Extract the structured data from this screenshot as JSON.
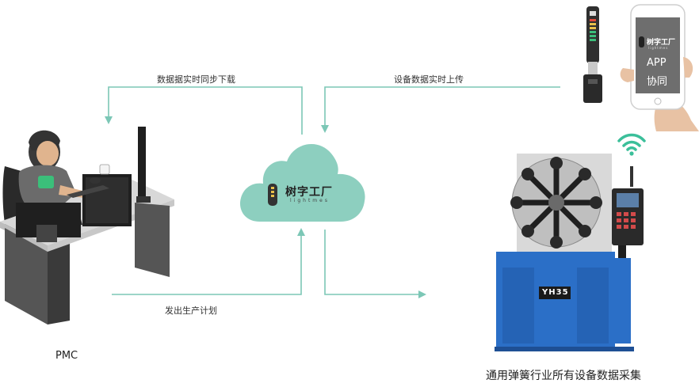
{
  "flows": {
    "sync_down": "数据据实时同步下载",
    "upload": "设备数据实时上传",
    "plan": "发出生产计划"
  },
  "pmc_label": "PMC",
  "cloud": {
    "brand": "树字工厂",
    "sub": "lightmes"
  },
  "app": {
    "line1": "APP",
    "line2": "协同",
    "brand": "树字工厂",
    "sub": "lightmes"
  },
  "machine": {
    "model": "YH35",
    "caption": "通用弹簧行业所有设备数据采集"
  },
  "colors": {
    "arrow": "#7cc7b6",
    "cloud": "#8dcfbf",
    "machine_blue": "#2b6fc7",
    "wifi": "#3bbf9a"
  },
  "icons": {
    "cloud": "cloud-icon",
    "wifi": "wifi-icon",
    "phone": "phone-icon",
    "signal_tower": "signal-tower-icon",
    "desk": "desk-worker-illustration",
    "machine": "spring-machine-illustration"
  }
}
